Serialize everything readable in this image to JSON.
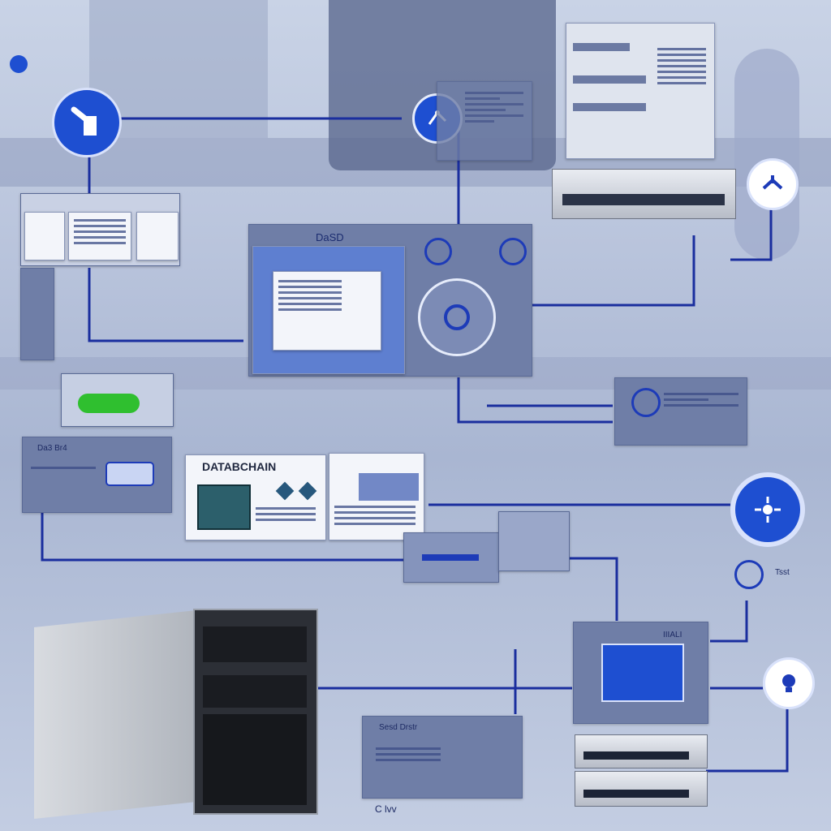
{
  "labels": {
    "data_chain_title": "DATABCHAIN",
    "dashboard_title": "DaSD",
    "panel_left_title": "Da3 Br4",
    "bottom_panel_title": "Sesd Drstr",
    "bottom_caption_left": "C lvv",
    "right_badge_text": "Tsst",
    "server_label": "IIIALI"
  },
  "colors": {
    "accent": "#1d3bb8",
    "panel": "#6f7ea7",
    "card": "#f3f5fa",
    "wire": "#1a2e9e",
    "highlight_green": "#2fbf2f"
  },
  "icons": [
    "touch-hand-icon",
    "network-node-icon",
    "gear-node-icon",
    "flow-icon",
    "chip-icon",
    "cube-icon",
    "router-icon",
    "database-icon",
    "lightbulb-icon"
  ]
}
